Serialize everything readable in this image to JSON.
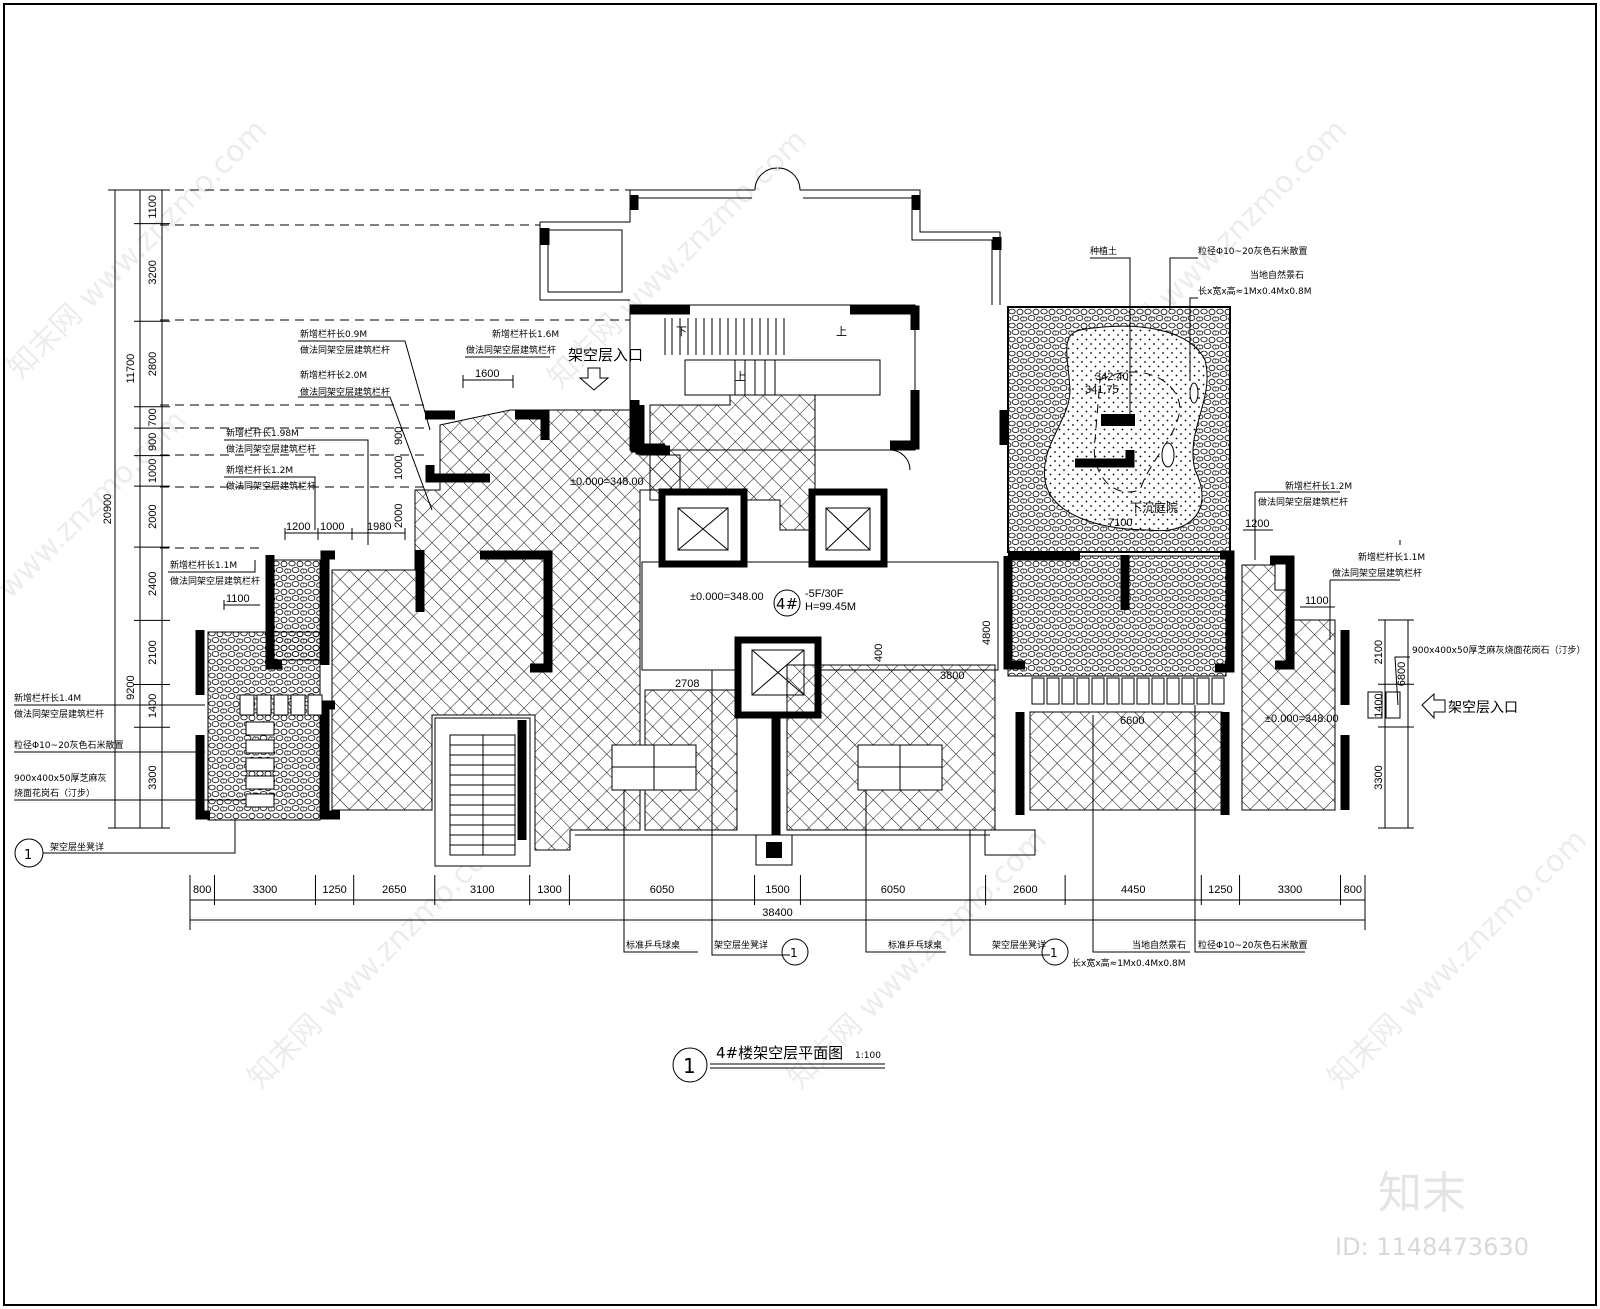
{
  "drawing": {
    "title": "4#楼架空层平面图",
    "scale": "1:100",
    "title_symbol": "1",
    "building": {
      "tag": "4#",
      "floors": "-5F/30F",
      "height": "H=99.45M"
    },
    "elevation_main": "±0.000=348.00",
    "elevation_left": "±0.000=348.00",
    "elevation_right": "±0.000=348.00",
    "entrance_top": "架空层入口",
    "entrance_right": "架空层入口",
    "stair_down": "下",
    "stair_up_1": "上",
    "stair_up_2": "上",
    "courtyard_label": "下沉庭院",
    "courtyard_elev_1": "342.40",
    "courtyard_elev_2": "341.75"
  },
  "annotations": {
    "rail_09": [
      "新增栏杆长0.9M",
      "做法同架空层建筑栏杆"
    ],
    "rail_16": [
      "新增栏杆长1.6M",
      "做法同架空层建筑栏杆"
    ],
    "rail_20": [
      "新增栏杆长2.0M",
      "做法同架空层建筑栏杆"
    ],
    "rail_198": [
      "新增栏杆长1.98M",
      "做法同架空层建筑栏杆"
    ],
    "rail_12_left": [
      "新增栏杆长1.2M",
      "做法同架空层建筑栏杆"
    ],
    "rail_11_left": [
      "新增栏杆长1.1M",
      "做法同架空层建筑栏杆"
    ],
    "rail_14": [
      "新增栏杆长1.4M",
      "做法同架空层建筑栏杆"
    ],
    "gravel_left": "粒径Φ10~20灰色石米散置",
    "paving_left": [
      "900x400x50厚芝麻灰",
      "烧面花岗石（汀步）"
    ],
    "bench_left": "架空层坐凳详",
    "detail_ref": "1",
    "planting_soil": "种植土",
    "gravel_right": "粒径Φ10~20灰色石米散置",
    "stone_right": [
      "当地自然景石",
      "长x宽x高≈1Mx0.4Mx0.8M"
    ],
    "rail_12_right": [
      "新增栏杆长1.2M",
      "做法同架空层建筑栏杆"
    ],
    "rail_11_right": [
      "新增栏杆长1.1M",
      "做法同架空层建筑栏杆"
    ],
    "paving_right": "900x400x50厚芝麻灰烧面花岗石（汀步）",
    "bottom": {
      "pingpong_1": "标准乒乓球桌",
      "bench_1": "架空层坐凳详",
      "pingpong_2": "标准乒乓球桌",
      "bench_2": "架空层坐凳详",
      "stone": [
        "当地自然景石",
        "长x宽x高≈1Mx0.4Mx0.8M"
      ],
      "gravel": "粒径Φ10~20灰色石米散置"
    }
  },
  "dimensions": {
    "bottom": [
      800,
      3300,
      1250,
      2650,
      3100,
      1300,
      6050,
      1500,
      6050,
      2600,
      4450,
      1250,
      3300,
      800
    ],
    "bottom_total": "38400",
    "left": [
      1100,
      3200,
      2800,
      700,
      900,
      1000,
      2000,
      2400,
      2100,
      1400,
      3300
    ],
    "left_sub_1": "11700",
    "left_sub_2": "9200",
    "left_total": "20900",
    "right": [
      2100,
      1400,
      3300
    ],
    "right_total": "6800",
    "misc": {
      "d1600": "1600",
      "d1200a": "1200",
      "d1000a": "1000",
      "d1980": "1980",
      "d1100a": "1100",
      "d900": "900",
      "d1000b": "1000",
      "d2000": "2000",
      "d2708": "2708",
      "d3800": "3800",
      "d400": "400",
      "d4800": "4800",
      "d7100": "7100",
      "d1200b": "1200",
      "d1100b": "1100",
      "d6600": "6600"
    }
  },
  "watermark": {
    "text": "www.znzmo.com",
    "brand": "知末网",
    "logo": "知末",
    "id": "ID: 1148473630"
  }
}
